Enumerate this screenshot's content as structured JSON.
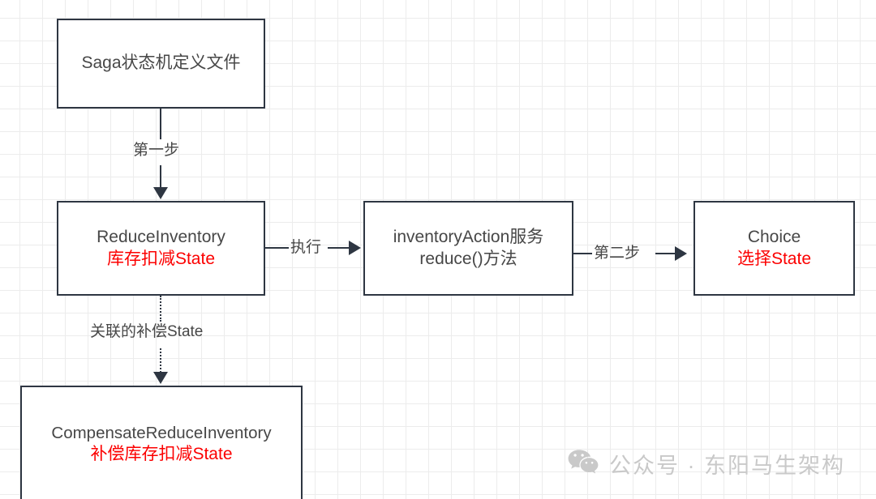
{
  "diagram": {
    "nodes": [
      {
        "id": "saga",
        "title": "Saga状态机定义文件",
        "subtitle": ""
      },
      {
        "id": "reduce",
        "title": "ReduceInventory",
        "subtitle": "库存扣减State"
      },
      {
        "id": "action",
        "title": "inventoryAction服务",
        "subtitle": "reduce()方法"
      },
      {
        "id": "choice",
        "title": "Choice",
        "subtitle": "选择State"
      },
      {
        "id": "compensate",
        "title": "CompensateReduceInventory",
        "subtitle": "补偿库存扣减State"
      }
    ],
    "edges": [
      {
        "id": "e1",
        "label": "第一步",
        "from": "saga",
        "to": "reduce",
        "style": "solid"
      },
      {
        "id": "e2",
        "label": "执行",
        "from": "reduce",
        "to": "action",
        "style": "solid"
      },
      {
        "id": "e3",
        "label": "第二步",
        "from": "action",
        "to": "choice",
        "style": "solid"
      },
      {
        "id": "e4",
        "label": "关联的补偿State",
        "from": "reduce",
        "to": "compensate",
        "style": "dotted"
      }
    ],
    "colors": {
      "box_border": "#2e3642",
      "title_text": "#474747",
      "subtitle_red": "#fc0000",
      "grid_line": "#ececec",
      "watermark_text": "#c9c9c9"
    }
  },
  "watermark": {
    "icon": "wechat-icon",
    "text": "公众号 · 东阳马生架构"
  }
}
